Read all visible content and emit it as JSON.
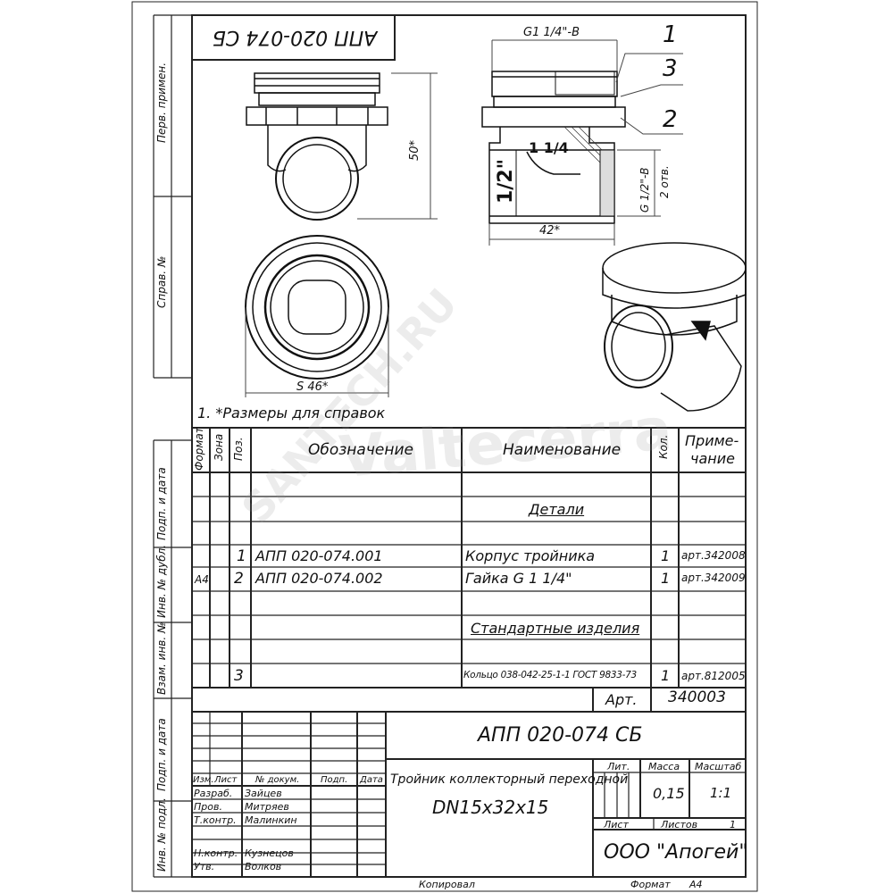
{
  "watermarks": {
    "brand": "Valtec",
    "brand2": "erra",
    "site": "SANTECH.RU"
  },
  "side_stamps": {
    "perv_primen": "Перв. примен.",
    "sprav_no": "Справ. №",
    "podp_data_1": "Подп. и дата",
    "inv_dubl": "Инв. № дубл.",
    "vzam_inv": "Взам. инв. №",
    "podp_data_2": "Подп. и дата",
    "inv_podl": "Инв. № подл."
  },
  "drawing": {
    "top_code_mirrored": "АПП 020-074 СБ",
    "dim_g114": "G1 1/4\"-B",
    "dim_50": "50*",
    "dim_42": "42*",
    "dim_g12": "G 1/2\"-B",
    "dim_2otv": "2 отв.",
    "dim_s46": "S 46*",
    "callout_1": "1",
    "callout_2": "2",
    "callout_3": "3",
    "cast_half": "1/2\"",
    "cast_114": "1 1/4",
    "note": "1.  *Размеры для справок"
  },
  "spec_table": {
    "headers": {
      "format": "Формат",
      "zona": "Зона",
      "poz": "Поз.",
      "oboznachenie": "Обозначение",
      "naimenovanie": "Наименование",
      "kol": "Кол.",
      "primechanie_1": "Приме-",
      "primechanie_2": "чание"
    },
    "section_details": "Детали",
    "section_standard": "Стандартные изделия",
    "rows": [
      {
        "format": "",
        "poz": "1",
        "code": "АПП 020-074.001",
        "name": "Корпус тройника",
        "qty": "1",
        "note": "арт.342008"
      },
      {
        "format": "А4",
        "poz": "2",
        "code": "АПП 020-074.002",
        "name": "Гайка G 1 1/4\"",
        "qty": "1",
        "note": "арт.342009"
      },
      {
        "format": "",
        "poz": "3",
        "code": "",
        "name": "Кольцо 038-042-25-1-1 ГОСТ 9833-73",
        "qty": "1",
        "note": "арт.812005"
      }
    ],
    "art_label": "Арт.",
    "art_value": "340003"
  },
  "title_block": {
    "doc_code": "АПП 020-074 СБ",
    "product_line1": "Тройник коллекторный переходной",
    "product_line2": "DN15x32x15",
    "lit_label": "Лит.",
    "massa_label": "Масса",
    "masshtab_label": "Масштаб",
    "massa_value": "0,15",
    "masshtab_value": "1:1",
    "list_label": "Лист",
    "listov_label": "Листов",
    "listov_value": "1",
    "company": "ООО \"Апогей\"",
    "col_izm": "Изм.",
    "col_list": "Лист",
    "col_docnum": "№ докум.",
    "col_podp": "Подп.",
    "col_data": "Дата",
    "roles": [
      {
        "role": "Разраб.",
        "name": "Зайцев"
      },
      {
        "role": "Пров.",
        "name": "Митряев"
      },
      {
        "role": "Т.контр.",
        "name": "Малинкин"
      },
      {
        "role": "Н.контр.",
        "name": "Кузнецов"
      },
      {
        "role": "Утв.",
        "name": "Волков"
      }
    ],
    "kopiroval": "Копировал",
    "format_label": "Формат",
    "format_value": "А4"
  }
}
